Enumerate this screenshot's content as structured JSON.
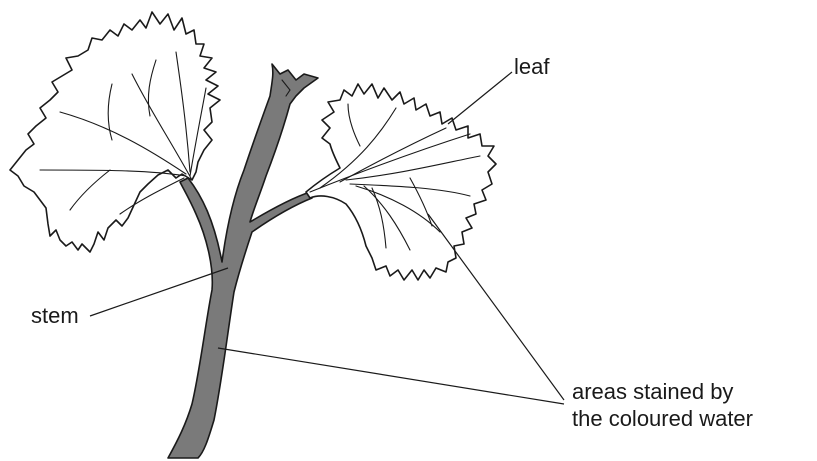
{
  "labels": {
    "leaf": "leaf",
    "stem": "stem",
    "areas_line1": "areas stained by",
    "areas_line2": "the coloured water"
  },
  "colors": {
    "stain": "#7a7a7a",
    "outline": "#1a1a1a",
    "background": "#ffffff"
  }
}
